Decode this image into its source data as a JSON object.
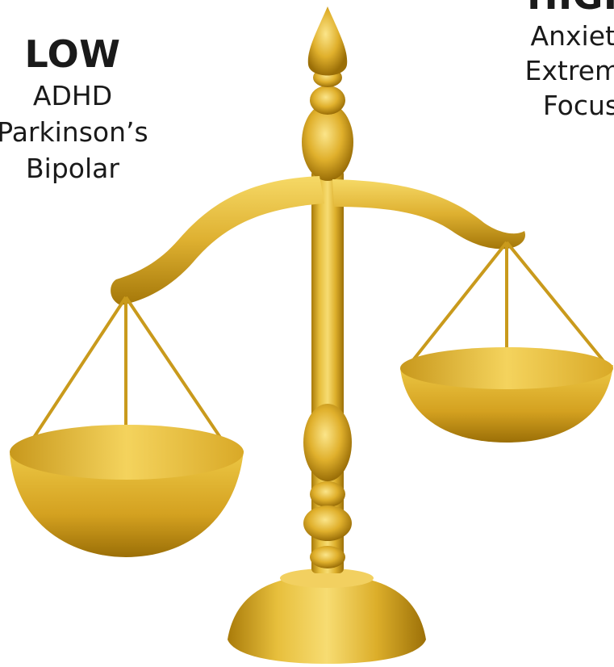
{
  "low": {
    "heading": "LOW",
    "items": [
      "ADHD",
      "Parkinson’s",
      "Bipolar"
    ]
  },
  "high": {
    "heading": "HIGH",
    "items": [
      "Anxiety",
      "Extreme",
      "Focus"
    ]
  },
  "colors": {
    "gold_light": "#f8dc6e",
    "gold_mid": "#e2b52c",
    "gold_dark": "#b8860b",
    "gold_shadow": "#8a6306",
    "text": "#1a1a1a"
  }
}
